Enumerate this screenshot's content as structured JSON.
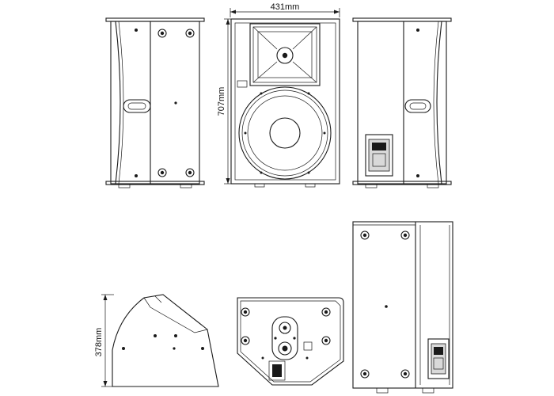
{
  "dimensions": {
    "width": "431mm",
    "height": "707mm",
    "depth": "378mm"
  },
  "colors": {
    "line": "#1a1a1a",
    "background": "#ffffff",
    "fill_light": "#d9d9d9"
  },
  "views": [
    "side-view-left",
    "front-view",
    "side-view-right",
    "profile-view",
    "top-view",
    "rear-view"
  ]
}
